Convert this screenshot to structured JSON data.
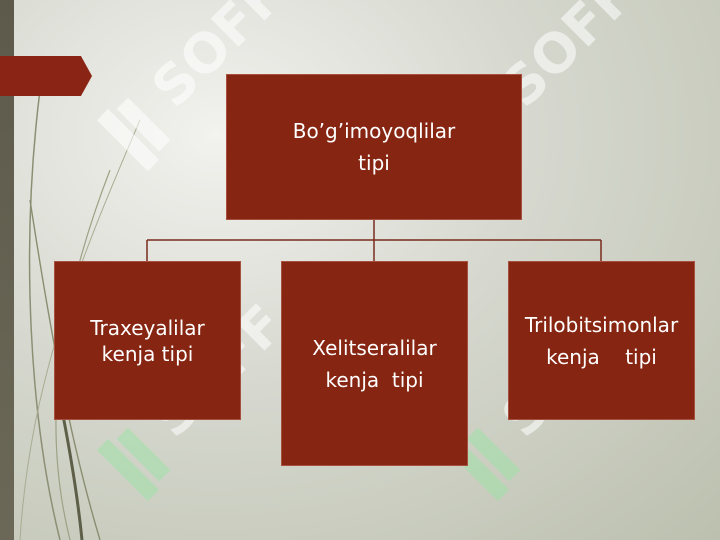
{
  "diagram": {
    "root": {
      "line1": "Bo’g’imoyoqlilar",
      "line2": "tipi"
    },
    "children": [
      {
        "line1": "Traxeyalilar",
        "line2": "kenja tipi"
      },
      {
        "line1": "Xelitseralilar",
        "line2": "kenja  tipi"
      },
      {
        "line1": "Trilobitsimonlar",
        "line2": "kenja    tipi"
      }
    ]
  },
  "colors": {
    "box_fill": "#862511",
    "connector": "#7a2a1c",
    "accent_ribbon": "#8a2515"
  },
  "watermark": {
    "text": "SOFF"
  }
}
